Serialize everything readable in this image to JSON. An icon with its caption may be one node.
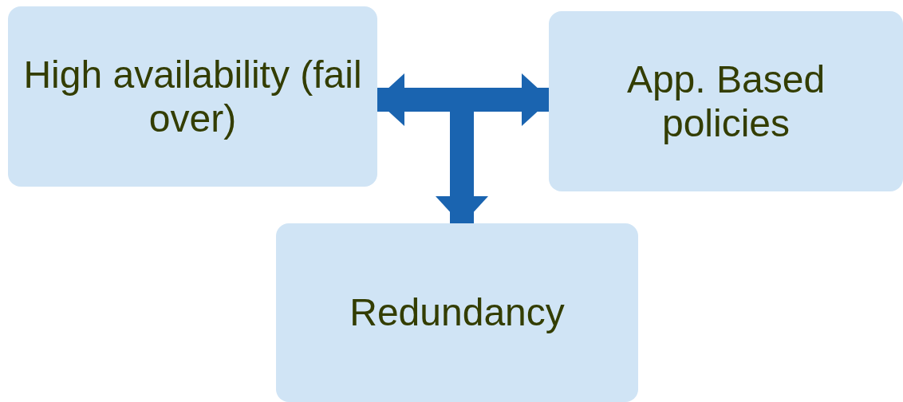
{
  "diagram": {
    "nodes": [
      {
        "text": [
          "High availability (fail over)"
        ]
      },
      {
        "text": [
          "App. Based policies"
        ]
      },
      {
        "text": [
          "Redundancy"
        ]
      }
    ],
    "edges": [
      {
        "from": 0,
        "to": 1,
        "arrow": "both"
      },
      {
        "from": null,
        "to": 2,
        "arrow": "to"
      }
    ]
  }
}
